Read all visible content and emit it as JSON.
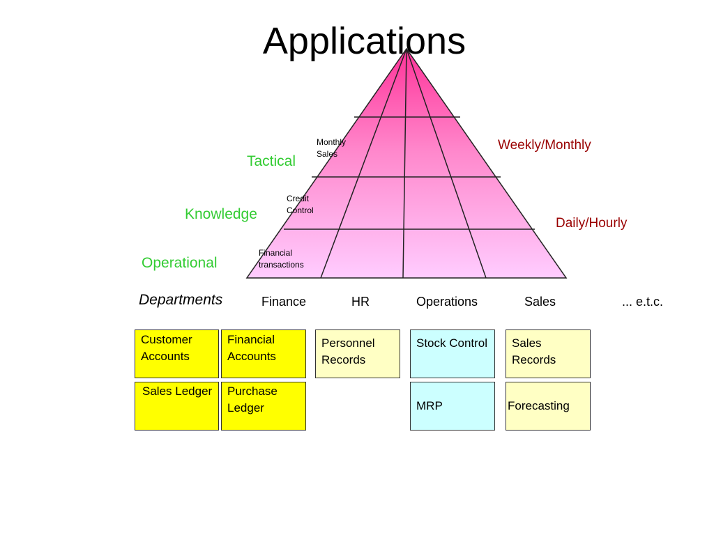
{
  "title": "Applications",
  "levels": {
    "tactical": "Tactical",
    "knowledge": "Knowledge",
    "operational": "Operational"
  },
  "frequencies": {
    "weekly_monthly": "Weekly/Monthly",
    "daily_hourly": "Daily/Hourly"
  },
  "pyramid_notes": {
    "monthly_sales": "Monthly Sales",
    "credit_control": "Credit Control",
    "financial_transactions": "Financial transactions"
  },
  "departments": {
    "heading": "Departments",
    "items": [
      "Finance",
      "HR",
      "Operations",
      "Sales",
      "... e.t.c."
    ]
  },
  "systems": {
    "customer_accounts": "Customer Accounts",
    "financial_accounts": "Financial Accounts",
    "personnel_records": "Personnel Records",
    "stock_control": "Stock Control",
    "sales_records": "Sales Records",
    "sales_ledger": "Sales Ledger",
    "purchase_ledger": "Purchase Ledger",
    "mrp": "MRP",
    "forecasting": "Forecasting"
  },
  "colors": {
    "pyramid_apex": "#ff3399",
    "pyramid_base": "#ffccff",
    "level_label": "#33cc33",
    "frequency_label": "#990000",
    "box_yellow": "#ffff00",
    "box_pale_yellow": "#ffffc4",
    "box_cyan": "#ccffff"
  }
}
